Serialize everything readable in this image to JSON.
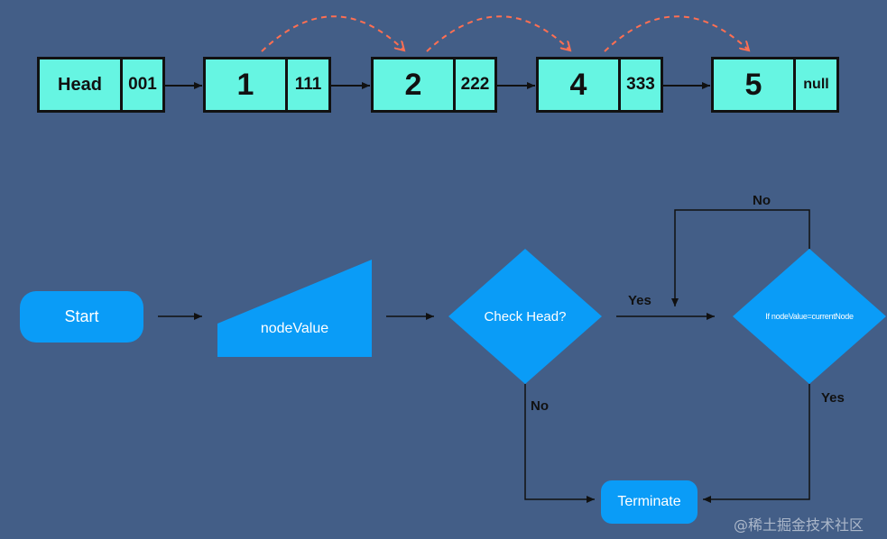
{
  "colors": {
    "background": "#435e87",
    "node_fill": "#66f5e2",
    "node_border": "#111111",
    "flow_shape": "#0a9cf7",
    "dashed_arrow": "#ff6f52",
    "line": "#111111",
    "flow_text": "#ffffff"
  },
  "linked_list": {
    "nodes": [
      {
        "value": "Head",
        "pointer": "001"
      },
      {
        "value": "1",
        "pointer": "111"
      },
      {
        "value": "2",
        "pointer": "222"
      },
      {
        "value": "4",
        "pointer": "333"
      },
      {
        "value": "5",
        "pointer": "null"
      }
    ]
  },
  "flowchart": {
    "start": "Start",
    "input": "nodeValue",
    "check_head": "Check Head?",
    "condition": "If nodeValue=currentNode",
    "terminate": "Terminate",
    "labels": {
      "yes_check": "Yes",
      "no_check": "No",
      "no_loop": "No",
      "yes_condition": "Yes"
    }
  },
  "watermark": "@稀土掘金技术社区"
}
